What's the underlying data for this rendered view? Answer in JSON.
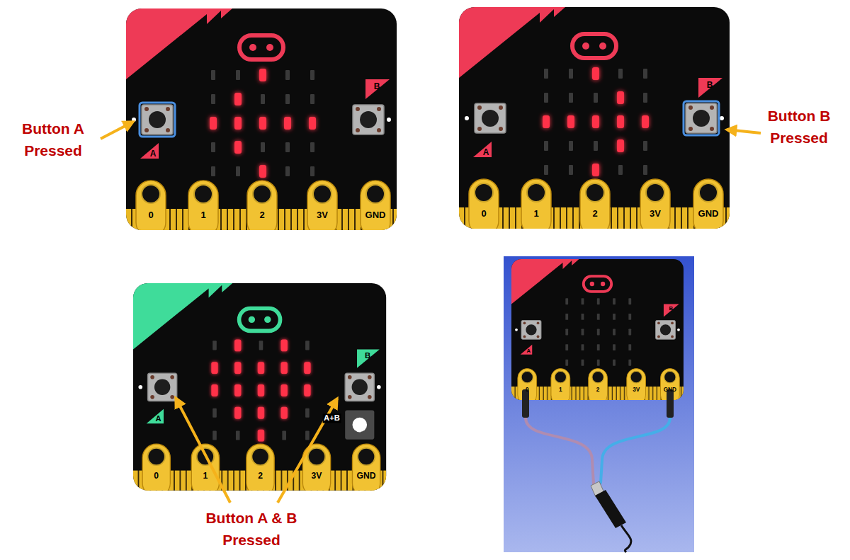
{
  "diagram": {
    "labels": [
      "Button A Pressed",
      "B",
      "A",
      "0",
      "1",
      "2",
      "3V",
      "GND",
      "B",
      "A",
      "0",
      "1",
      "2",
      "3V",
      "GND",
      "Button B Pressed",
      "B",
      "A+B",
      "A",
      "0",
      "1",
      "2",
      "3V",
      "GND",
      "Button A & B Pressed",
      "B",
      "A",
      "0",
      "1",
      "2",
      "3V",
      "GND"
    ]
  }
}
